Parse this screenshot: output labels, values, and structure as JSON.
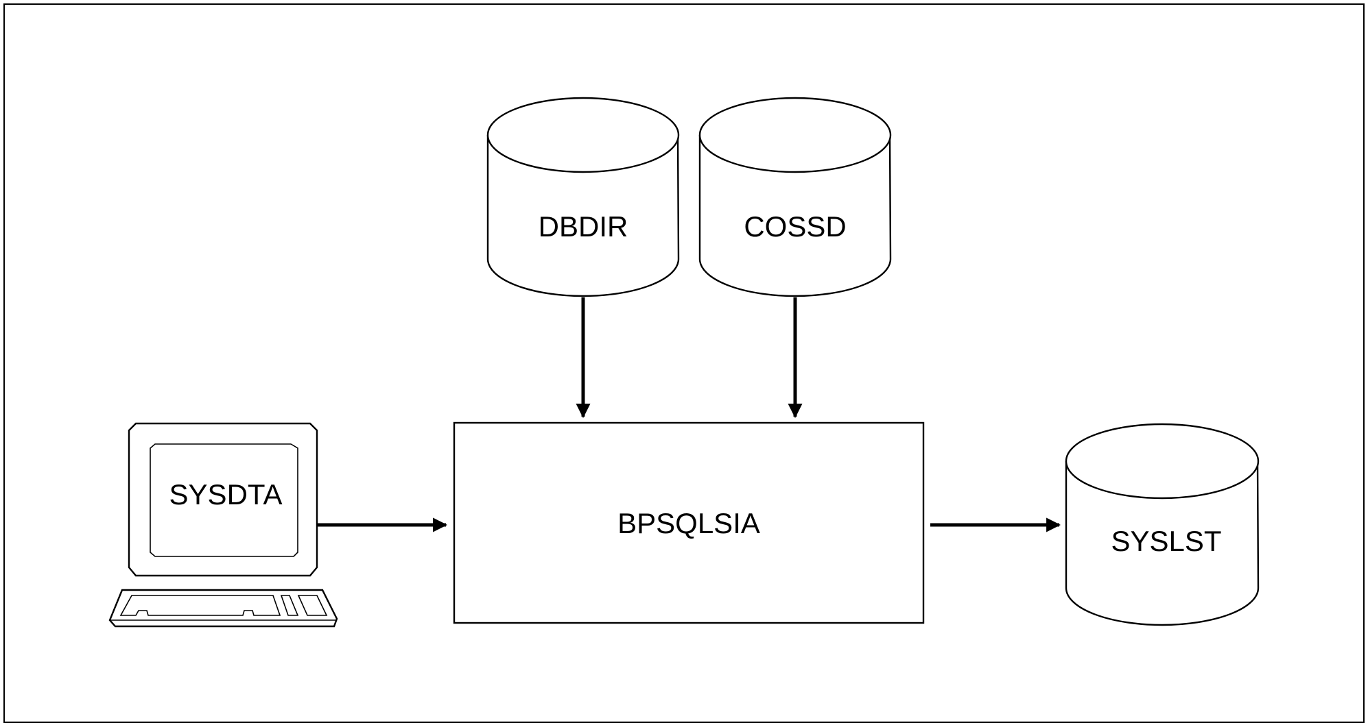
{
  "diagram": {
    "program": "BPSQLSIA",
    "inputs": {
      "terminal": "SYSDTA",
      "database_directory": "DBDIR",
      "catalog_file": "COSSD"
    },
    "outputs": {
      "listing": "SYSLST"
    }
  },
  "colors": {
    "stroke": "#000000",
    "fill": "#ffffff"
  }
}
